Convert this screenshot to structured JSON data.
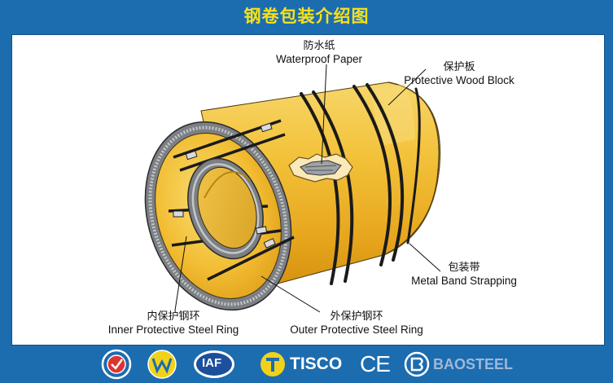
{
  "title": "钢卷包装介绍图",
  "labels": {
    "waterproof": {
      "cn": "防水纸",
      "en": "Waterproof Paper"
    },
    "wood": {
      "cn": "保护板",
      "en": "Protective Wood Block"
    },
    "band": {
      "cn": "包装带",
      "en": "Metal Band Strapping"
    },
    "inner_ring": {
      "cn": "内保护钢环",
      "en": "Inner Protective Steel Ring"
    },
    "outer_ring": {
      "cn": "外保护钢环",
      "en": "Outer Protective Steel Ring"
    }
  },
  "logos": {
    "iaf": "IAF",
    "tisco": "TISCO",
    "ce": "CE",
    "baosteel": "BAOSTEEL"
  },
  "colors": {
    "background": "#1c6cb0",
    "title": "#f6e21a",
    "coil_yellow": "#f4c43a",
    "steel_gray": "#8a8d90"
  }
}
